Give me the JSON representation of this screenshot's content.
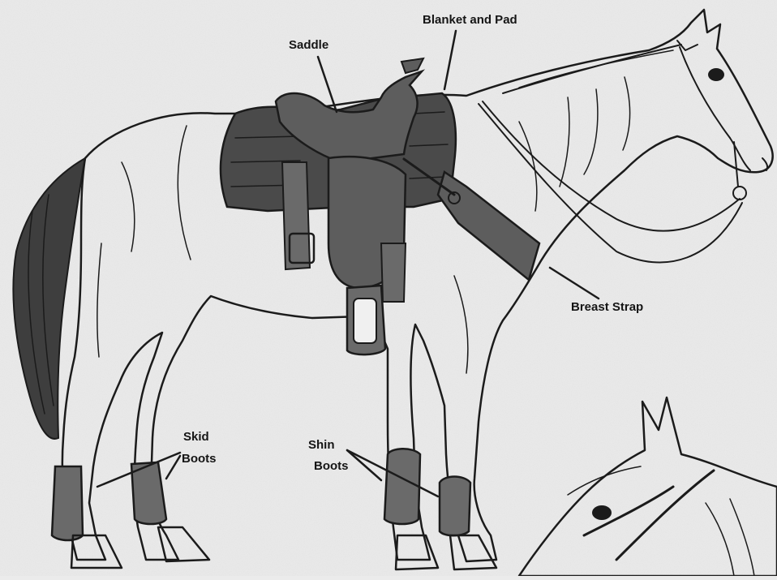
{
  "labels": {
    "blanket_and_pad": "Blanket and Pad",
    "saddle": "Saddle",
    "breast_strap": "Breast Strap",
    "skid": "Skid",
    "skid_boots": "Boots",
    "shin": "Shin",
    "shin_boots": "Boots"
  },
  "colors": {
    "paper": "#ebebeb",
    "ink": "#1b1b1b",
    "saddle_fill": "#5d5d5d",
    "pad_fill": "#4a4a4a",
    "boot_fill": "#6a6a6a"
  }
}
